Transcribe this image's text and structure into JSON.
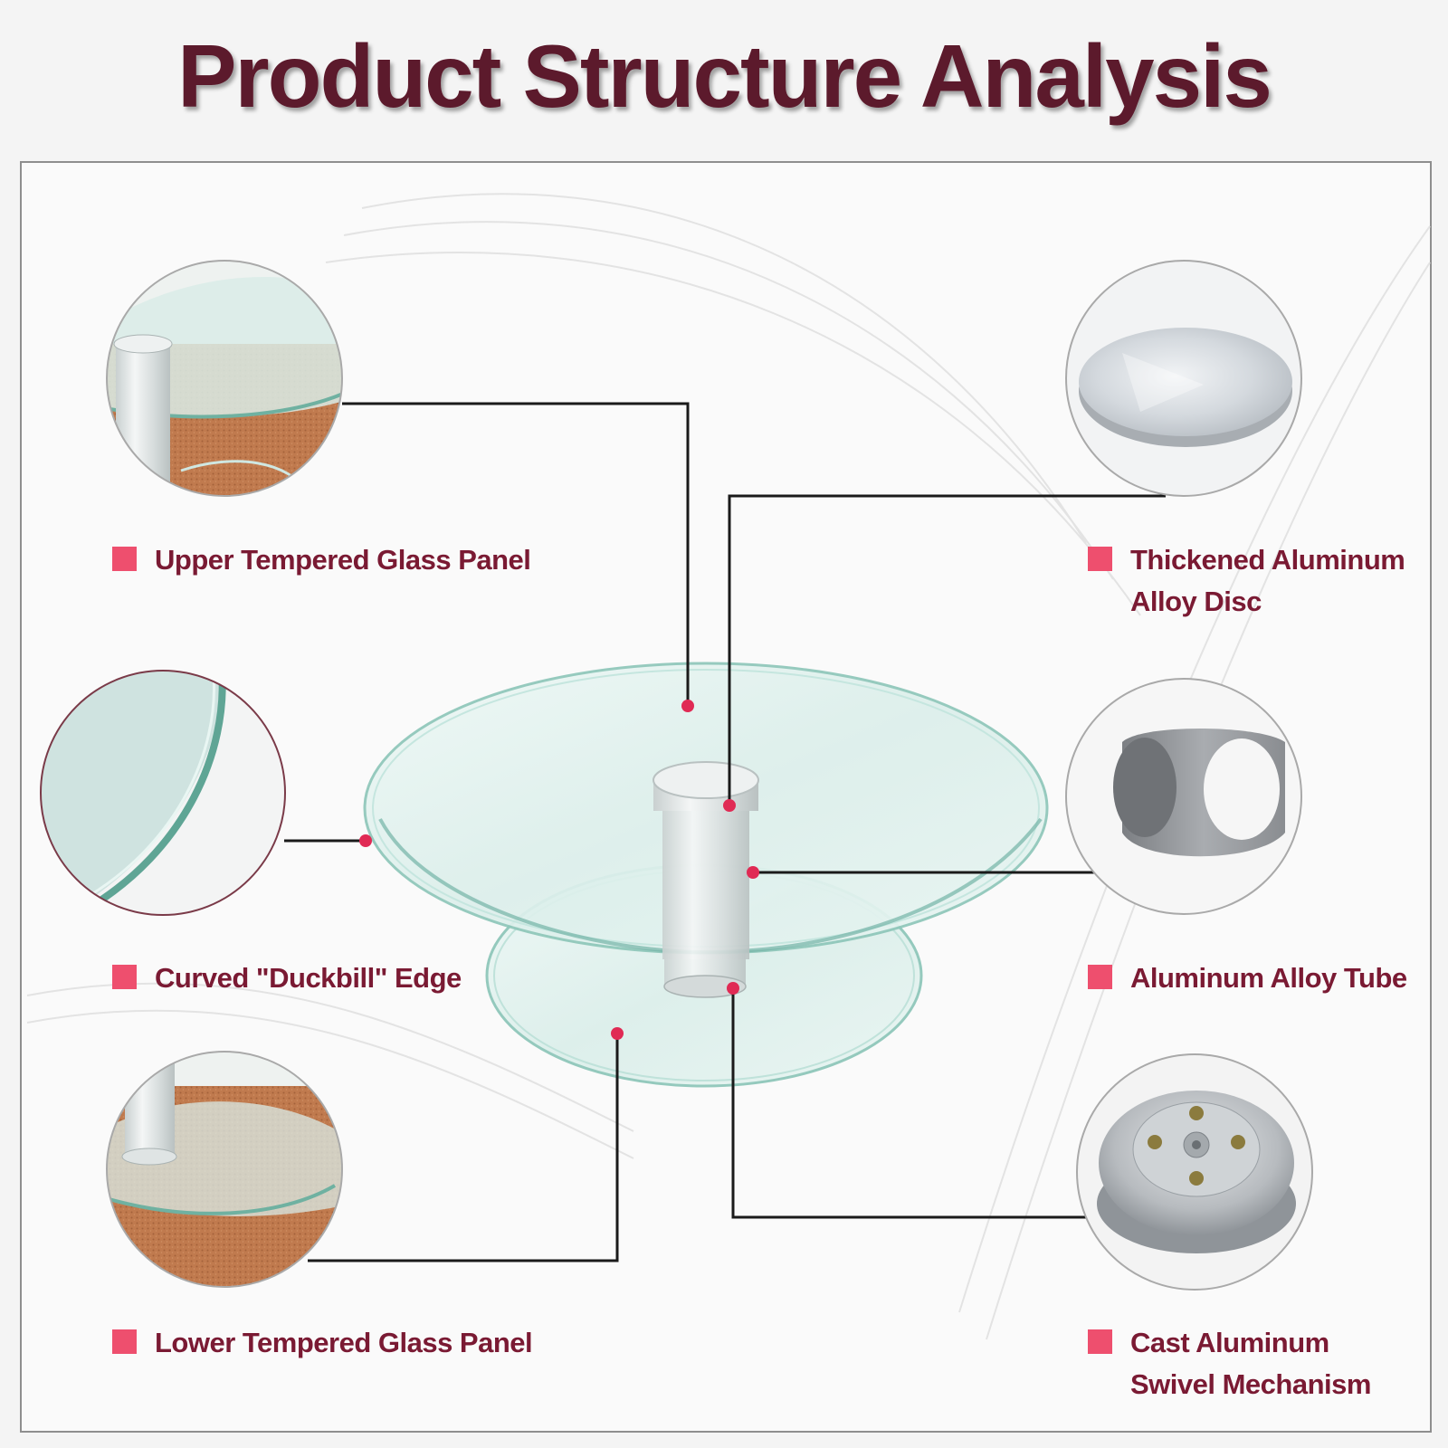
{
  "title": "Product Structure Analysis",
  "accent_color": "#ee4f6e",
  "title_color": "#5c1a2c",
  "label_color": "#7a1a33",
  "components": [
    {
      "id": "upper-glass",
      "label": "Upper Tempered Glass Panel"
    },
    {
      "id": "duckbill-edge",
      "label": "Curved \"Duckbill\" Edge"
    },
    {
      "id": "lower-glass",
      "label": "Lower Tempered Glass Panel"
    },
    {
      "id": "aluminum-disc",
      "label": "Thickened Aluminum\nAlloy Disc"
    },
    {
      "id": "aluminum-tube",
      "label": "Aluminum Alloy Tube"
    },
    {
      "id": "swivel-mechanism",
      "label": "Cast Aluminum\nSwivel Mechanism"
    }
  ]
}
